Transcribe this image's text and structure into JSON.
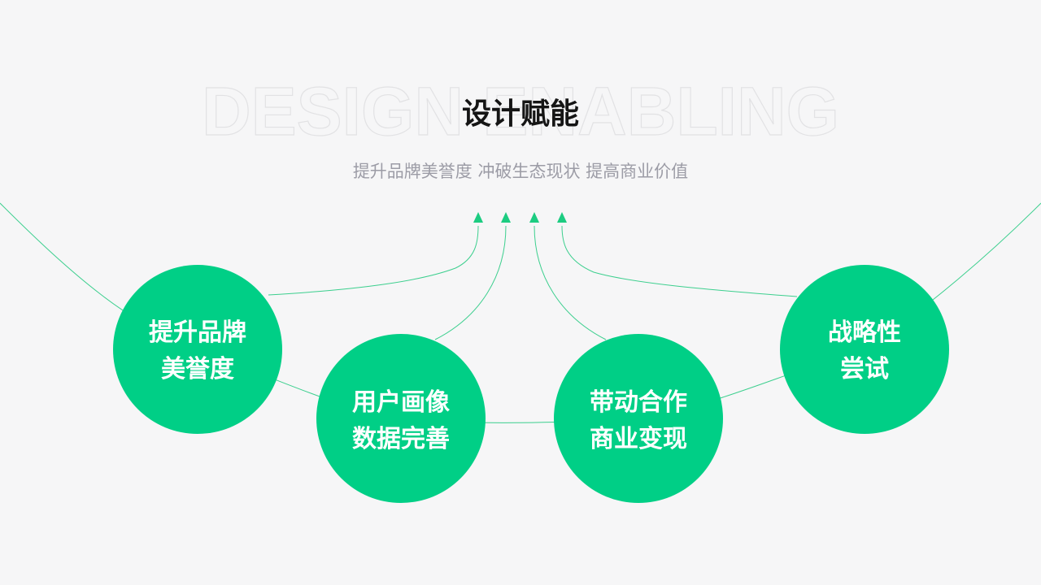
{
  "header": {
    "background_word": "DESIGN ENABLING",
    "title": "设计赋能",
    "subtitle": "提升品牌美誉度 冲破生态现状 提高商业价值"
  },
  "nodes": [
    {
      "lines": [
        "提升品牌",
        "美誉度"
      ]
    },
    {
      "lines": [
        "用户画像",
        "数据完善"
      ]
    },
    {
      "lines": [
        "带动合作",
        "商业变现"
      ]
    },
    {
      "lines": [
        "战略性",
        "尝试"
      ]
    }
  ],
  "colors": {
    "background": "#f6f6f7",
    "accent": "#00cf86",
    "line": "#3ccf8e",
    "title": "#151515",
    "subtitle": "#9c9ca6"
  },
  "icons": [
    "arrow-up-icon",
    "arrow-up-icon",
    "arrow-up-icon",
    "arrow-up-icon"
  ]
}
